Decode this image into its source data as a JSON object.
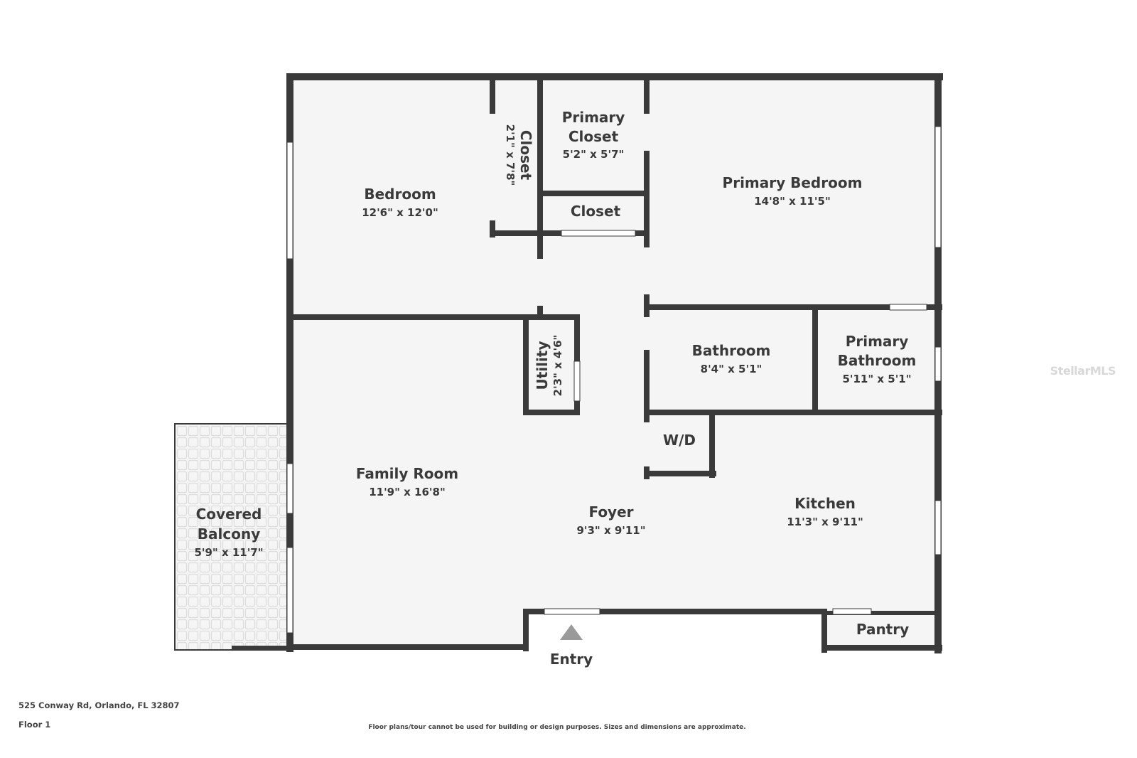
{
  "plan": {
    "floor_label": "Floor 1",
    "address": "525 Conway Rd, Orlando, FL 32807",
    "disclaimer": "Floor plans/tour cannot be used for building or design purposes. Sizes and dimensions are approximate.",
    "watermark": "StellarMLS",
    "entry_label": "Entry",
    "colors": {
      "wall": "#3a3a3a",
      "floor": "#f5f5f5",
      "background": "#ffffff",
      "window": "#ffffff",
      "balcony_tile": "#e4e4e4"
    }
  },
  "rooms": {
    "bedroom": {
      "name": "Bedroom",
      "dims": "12'6\" x 12'0\""
    },
    "closet_small": {
      "name": "Closet",
      "dims": "2'1\" x 7'8\""
    },
    "primary_closet": {
      "name1": "Primary",
      "name2": "Closet",
      "dims": "5'2\" x 5'7\""
    },
    "closet_hall": {
      "name": "Closet"
    },
    "primary_bedroom": {
      "name": "Primary Bedroom",
      "dims": "14'8\" x 11'5\""
    },
    "utility": {
      "name": "Utility",
      "dims": "2'3\" x 4'6\""
    },
    "bathroom": {
      "name": "Bathroom",
      "dims": "8'4\" x 5'1\""
    },
    "primary_bathroom": {
      "name1": "Primary",
      "name2": "Bathroom",
      "dims": "5'11\" x 5'1\""
    },
    "wd": {
      "name": "W/D"
    },
    "family_room": {
      "name": "Family Room",
      "dims": "11'9\" x 16'8\""
    },
    "foyer": {
      "name": "Foyer",
      "dims": "9'3\" x 9'11\""
    },
    "kitchen": {
      "name": "Kitchen",
      "dims": "11'3\" x 9'11\""
    },
    "covered_balcony": {
      "name1": "Covered",
      "name2": "Balcony",
      "dims": "5'9\" x 11'7\""
    },
    "pantry": {
      "name": "Pantry"
    }
  }
}
